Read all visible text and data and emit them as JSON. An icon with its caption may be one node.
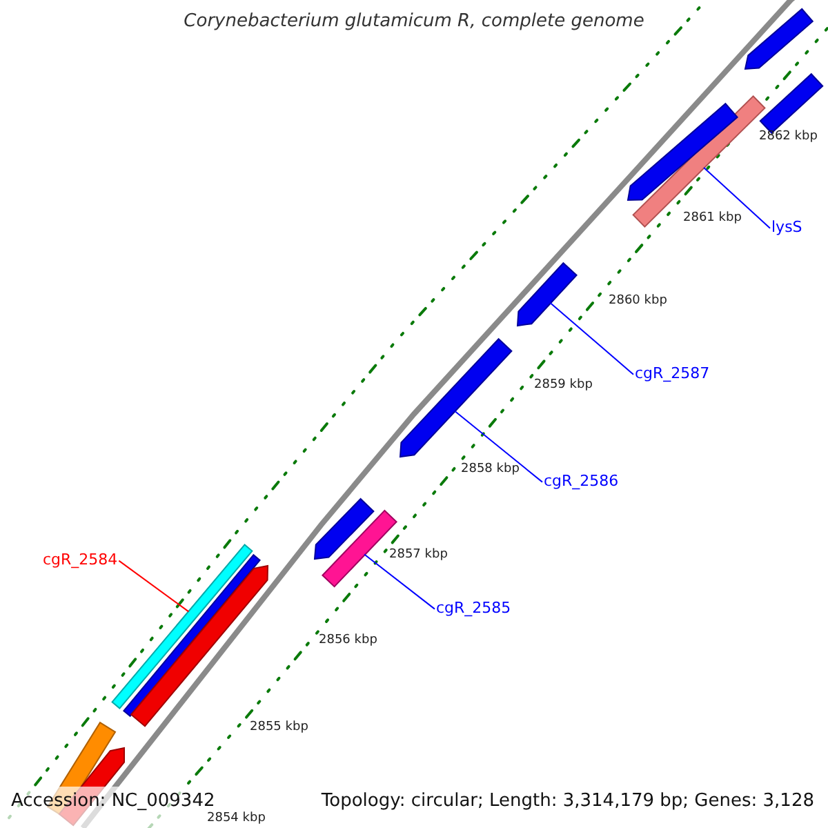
{
  "diagram": {
    "title": "Corynebacterium glutamicum R, complete genome",
    "nodes": [
      {
        "text": [
          "lysS"
        ]
      },
      {
        "text": [],
        "shape": "bar"
      },
      {
        "text": [
          "cgR_2587"
        ]
      },
      {
        "text": [],
        "shape": "bar"
      },
      {
        "text": [
          "cgR_2586"
        ]
      },
      {
        "text": [],
        "shape": "bar"
      },
      {
        "text": [
          "cgR_2584"
        ]
      },
      {
        "text": [],
        "shape": "bar"
      },
      {
        "text": [
          "cgR_2585"
        ]
      },
      {
        "text": [],
        "shape": "bar"
      },
      {
        "text": [],
        "shape": "bar"
      },
      {
        "text": [],
        "shape": "bar"
      },
      {
        "text": [],
        "shape": "bar"
      },
      {
        "text": [],
        "shape": "bar"
      },
      {
        "text": [],
        "shape": "bar"
      },
      {
        "text": [],
        "shape": "bar"
      },
      {
        "text": [],
        "shape": "bar"
      },
      {
        "text": [],
        "shape": "bar"
      }
    ],
    "edges": [
      {
        "from": 0,
        "to": 1,
        "arrow": "none"
      },
      {
        "from": 2,
        "to": 3,
        "arrow": "none"
      },
      {
        "from": 4,
        "to": 5,
        "arrow": "none"
      },
      {
        "from": 6,
        "to": 7,
        "arrow": "none",
        "color": "#ff0000"
      },
      {
        "from": 8,
        "to": 9,
        "arrow": "none"
      }
    ],
    "labels": [
      "2862 kbp",
      "2861 kbp",
      "2860 kbp",
      "2859 kbp",
      "2858 kbp",
      "2857 kbp",
      "2856 kbp",
      "2855 kbp",
      "2854 kbp",
      "Accession: NC_009342",
      "Topology: circular; Length: 3,314,179 bp; Genes: 3,128"
    ]
  }
}
